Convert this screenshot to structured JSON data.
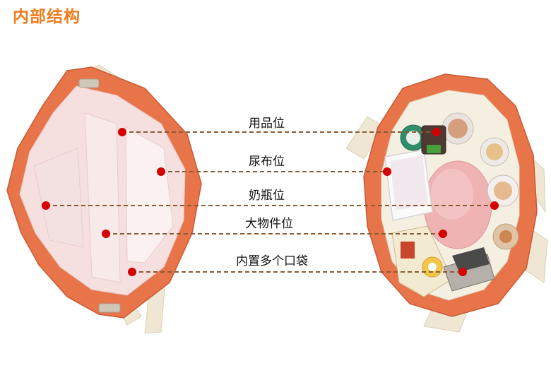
{
  "title": "内部结构",
  "labels": [
    {
      "text": "用品位"
    },
    {
      "text": "尿布位"
    },
    {
      "text": "奶瓶位"
    },
    {
      "text": "大物件位"
    },
    {
      "text": "内置多个口袋"
    }
  ],
  "colors": {
    "title": "#f07d1e",
    "leader_line": "#8a5a32",
    "marker_dot": "#d40000",
    "bag_orange": "#e8744a",
    "strap_cream": "#efe7d3",
    "lining_pink": "#f6dfdf"
  }
}
